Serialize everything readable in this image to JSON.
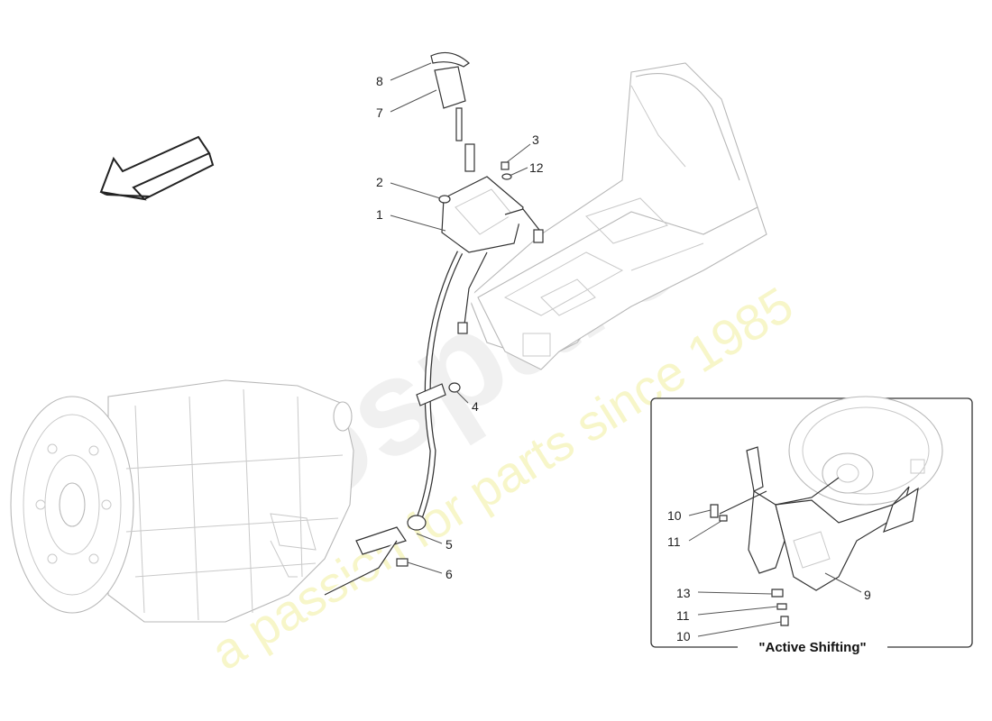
{
  "watermark": {
    "brand": "eurospares",
    "tagline": "a passion for parts since 1985"
  },
  "callouts": {
    "c1": "1",
    "c2": "2",
    "c3": "3",
    "c4": "4",
    "c5": "5",
    "c6": "6",
    "c7": "7",
    "c8": "8",
    "c12": "12"
  },
  "inset": {
    "title": "\"Active Shifting\"",
    "callouts": {
      "c9": "9",
      "c10a": "10",
      "c11a": "11",
      "c13": "13",
      "c11b": "11",
      "c10b": "10"
    }
  },
  "icons": {
    "direction_arrow": "front-direction-arrow-icon"
  }
}
